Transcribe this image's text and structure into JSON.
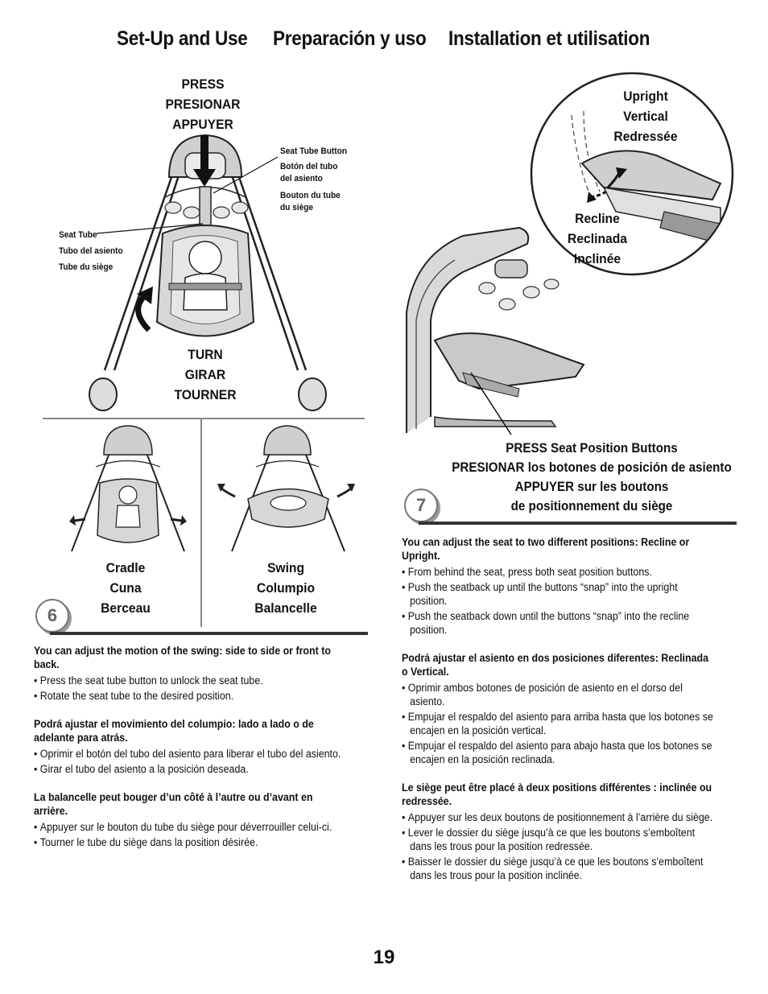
{
  "header": {
    "title_en": "Set-Up and Use",
    "title_es": "Preparación y uso",
    "title_fr": "Installation et utilisation"
  },
  "fig_top": {
    "press": [
      "PRESS",
      "PRESIONAR",
      "APPUYER"
    ],
    "turn": [
      "TURN",
      "GIRAR",
      "TOURNER"
    ],
    "seat_tube_button": [
      "Seat Tube Button",
      "Botón del tubo",
      "del asiento",
      "Bouton du tube",
      "du siège"
    ],
    "seat_tube": [
      "Seat Tube",
      "Tubo del asiento",
      "Tube du siège"
    ]
  },
  "fig_modes": {
    "cradle": [
      "Cradle",
      "Cuna",
      "Berceau"
    ],
    "swing": [
      "Swing",
      "Columpio",
      "Balancelle"
    ]
  },
  "fig_right": {
    "upright": [
      "Upright",
      "Vertical",
      "Redressée"
    ],
    "recline": [
      "Recline",
      "Reclinada",
      "Inclinée"
    ],
    "press_buttons": [
      "PRESS Seat Position Buttons",
      "PRESIONAR los botones de posición de asiento",
      "APPUYER sur les boutons",
      "de positionnement du siège"
    ]
  },
  "step6": {
    "number": "6",
    "en_intro": "You can adjust the motion of the swing: side to side or front to back.",
    "en_items": [
      "Press the seat tube button to unlock the seat tube.",
      "Rotate the seat tube to the desired position."
    ],
    "es_intro": "Podrá ajustar el movimiento del columpio: lado a lado o de adelante para atrás.",
    "es_items": [
      "Oprimir el botón del tubo del asiento para liberar el tubo del asiento.",
      "Girar el tubo del asiento a la posición deseada."
    ],
    "fr_intro": "La balancelle peut bouger d’un côté à l’autre ou d’avant en arrière.",
    "fr_items": [
      "Appuyer sur le bouton du tube du siège pour déverrouiller celui-ci.",
      "Tourner le tube du siège dans la position désirée."
    ]
  },
  "step7": {
    "number": "7",
    "en_intro": "You can adjust the seat to two different positions: Recline or Upright.",
    "en_items": [
      "From behind the seat, press both seat position buttons.",
      "Push the seatback up until the buttons “snap” into the upright position.",
      "Push the seatback down until the buttons “snap” into the recline position."
    ],
    "es_intro": "Podrá ajustar el asiento en dos posiciones diferentes: Reclinada o Vertical.",
    "es_items": [
      "Oprimir ambos botones de posición de asiento en el dorso del asiento.",
      "Empujar el respaldo del asiento para arriba hasta que los botones se encajen en la posición vertical.",
      "Empujar el respaldo del asiento para abajo hasta que los botones se encajen en la posición reclinada."
    ],
    "fr_intro": "Le siège peut être placé à deux positions différentes : inclinée ou redressée.",
    "fr_items": [
      "Appuyer sur les deux boutons de positionnement à l’arrière du siège.",
      "Lever le dossier du siège jusqu’à ce que les boutons s’emboîtent dans les trous pour la position redressée.",
      "Baisser le dossier du siège jusqu’à ce que les boutons s’emboîtent dans les trous pour la position inclinée."
    ]
  },
  "page_number": "19"
}
